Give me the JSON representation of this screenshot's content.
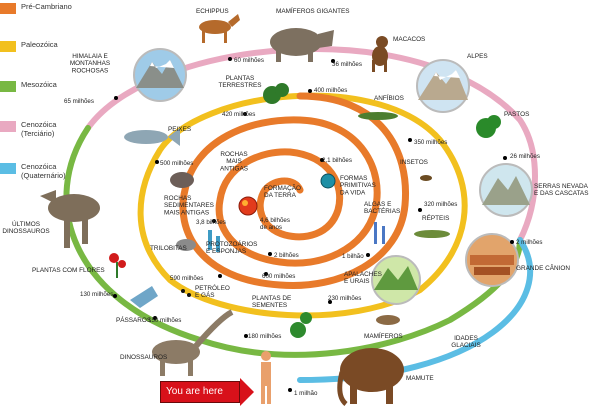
{
  "legend": [
    {
      "label": "Pré-Cambriano",
      "color": "#e87a2a"
    },
    {
      "label": "Paleozóica",
      "color": "#f2c01e"
    },
    {
      "label": "Mesozóica",
      "color": "#78b843"
    },
    {
      "label": "Cenozóica\n(Terciário)",
      "color": "#e9a9c1"
    },
    {
      "label": "Cenozóica\n(Quaternário)",
      "color": "#5bbde4"
    }
  ],
  "labels": {
    "echippus": "ECHIPPUS",
    "mamiferos_gigantes": "MAMÍFEROS GIGANTES",
    "macacos": "MACACOS",
    "alpes": "ALPES",
    "himalaia": "HIMALAIA E\nMONTANHAS\nROCHOSAS",
    "plantas_terrestres": "PLANTAS\nTERRESTRES",
    "anfibios": "ANFÍBIOS",
    "pastos": "PASTOS",
    "peixes": "PEIXES",
    "rochas_mais_antigas": "ROCHAS\nMAIS\nANTIGAS",
    "formacao_terra": "FORMAÇÃO\nDA TERRA",
    "formas_primitivas": "FORMAS\nPRIMITIVAS\nDA VIDA",
    "insetos": "INSETOS",
    "serras": "SERRAS NEVADA\nE DAS CASCATAS",
    "ultimos_dinossauros": "ÚLTIMOS\nDINOSSAUROS",
    "rochas_sedimentares": "ROCHAS\nSEDIMENTARES\nMAIS ANTIGAS",
    "algas": "ALGAS E\nBACTÉRIAS",
    "repteis": "RÉPTEIS",
    "trilobitas": "TRILOBITAS",
    "protozoarios": "PROTOZOÁRIOS\nE ESPONJAS",
    "grande_canion": "GRANDE CÂNION",
    "plantas_com_flores": "PLANTAS COM FLORES",
    "petroleo": "PETRÓLEO\nE GÁS",
    "apalaches": "APALACHES\nE URAIS",
    "passaros": "PÁSSAROS",
    "plantas_sementes": "PLANTAS DE\nSEMENTES",
    "mamiferos": "MAMÍFEROS",
    "idades_glaciais": "IDADES\nGLACIAIS",
    "dinossauros": "DINOSSAUROS",
    "mamute": "MAMUTE"
  },
  "ages": {
    "a60": "60 milhões",
    "a36": "36 milhões",
    "a65": "65 milhões",
    "a400": "400 milhões",
    "a420": "420 milhões",
    "a350": "350 milhões",
    "a26": "26 milhões",
    "a500": "500 milhões",
    "a21b": "2,1 bilhões",
    "a46b": "4,6 bilhões\nde anos",
    "a38b": "3,8 bilhões",
    "a320": "320 milhões",
    "a1b": "1 bilhão",
    "a2m": "2 milhões",
    "a2b": "2 bilhões",
    "a590": "590 milhões",
    "a600": "600 milhões",
    "a130": "130 milhões",
    "a150": "150 milhões",
    "a230": "230 milhões",
    "a180": "180 milhões",
    "a1m": "1 milhão"
  },
  "you_are_here": "You are here"
}
